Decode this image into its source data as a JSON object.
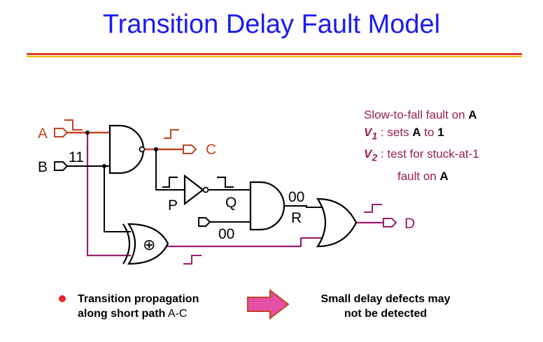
{
  "title": "Transition Delay Fault Model",
  "diagram": {
    "signals": {
      "a": "A",
      "b": "B",
      "c": "C",
      "d": "D",
      "p": "P",
      "q": "Q",
      "r": "R"
    },
    "values": {
      "b_value": "11",
      "r_value": "00",
      "bottom_and_value": "00"
    },
    "xor_symbol": "⊕"
  },
  "note": {
    "line1_prefix": "Slow-to-fall fault on ",
    "line1_bold": "A",
    "v1_label": "V",
    "v1_sub": "1",
    "v1_text": " : sets ",
    "v1_bold1": "A",
    "v1_mid": " to ",
    "v1_bold2": "1",
    "v2_label": "V",
    "v2_sub": "2",
    "v2_text": " : test for stuck-at-1",
    "v2_line2": "fault on ",
    "v2_bold": "A"
  },
  "footer": {
    "left_bold1": "Transition propagation",
    "left_bold2": "along short path",
    "left_tail": " A-C",
    "right_line1": "Small delay defects may",
    "right_line2": "not be detected"
  },
  "colors": {
    "title": "#1b1bf0",
    "path_orange": "#c2441e",
    "path_magenta": "#9a1e6e",
    "note_text": "#9a1e4e",
    "arrow_fill": "#e64fa6",
    "bullet": "#e8232c"
  }
}
